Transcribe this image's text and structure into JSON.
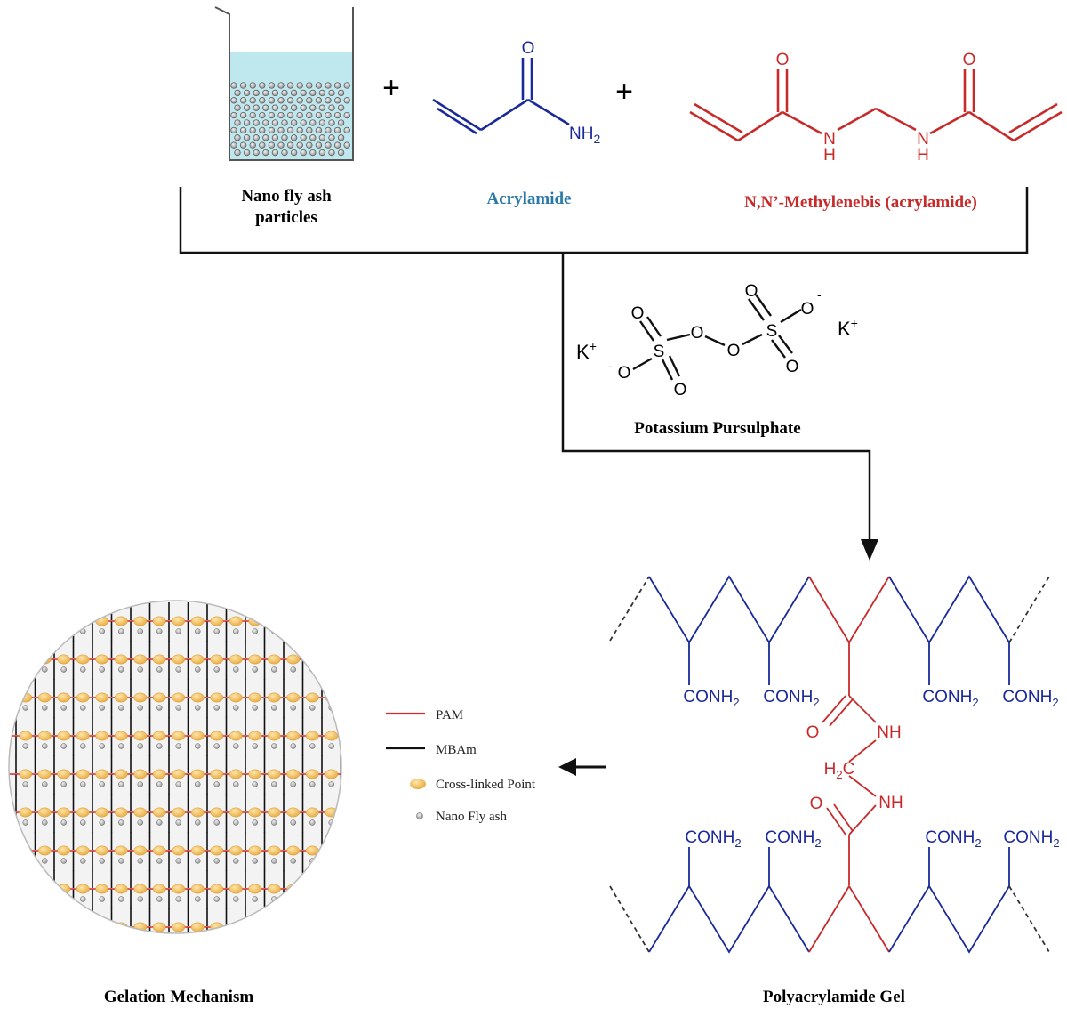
{
  "labels": {
    "plus": "+",
    "nano_fly_ash_line1": "Nano fly ash",
    "nano_fly_ash_line2": "particles",
    "acrylamide": "Acrylamide",
    "mbam": "N,N’-Methylenebis (acrylamide)",
    "potassium": "Potassium Pursulphate",
    "gelation": "Gelation Mechanism",
    "gel": "Polyacrylamide Gel"
  },
  "atoms": {
    "O": "O",
    "N": "N",
    "H": "H",
    "S": "S",
    "NH2": "NH",
    "sub2": "2",
    "K": "K",
    "plus_sup": "+",
    "minus_sup": "-",
    "conh": "CONH",
    "nh": "NH",
    "h2c": "H",
    "c": "C"
  },
  "legend": {
    "pam": "PAM",
    "mbam": "MBAm",
    "cross": "Cross-linked Point",
    "nano": "Nano Fly ash"
  },
  "colors": {
    "blue": "#1a2a9a",
    "red": "#c82a2a",
    "acryl_teal": "#2a78a8",
    "water": "#bfe7ee",
    "cross_point": "#f2c46a",
    "particle": "#9a9a9a"
  }
}
